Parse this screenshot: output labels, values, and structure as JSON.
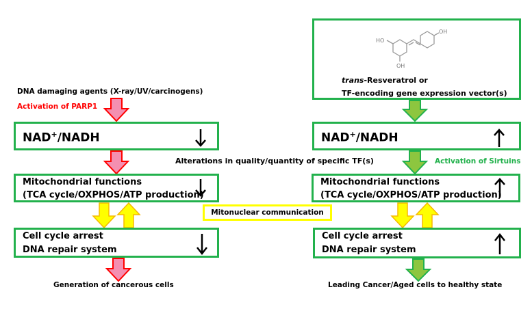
{
  "left": {
    "input_label": "DNA damaging agents (X-ray/UV/carcinogens)",
    "activation_label": "Activation of PARP1",
    "nad_box": {
      "text_main": "NAD",
      "text_sup": "+",
      "text_rest": "/NADH",
      "direction": "down"
    },
    "mito_box": {
      "line1": "Mitochondrial functions",
      "line2": "(TCA cycle/OXPHOS/ATP production)",
      "direction": "down"
    },
    "cell_box": {
      "line1": "Cell cycle arrest",
      "line2": "DNA repair system",
      "direction": "down"
    },
    "outcome_label": "Generation of cancerous cells"
  },
  "right": {
    "input_box": {
      "molecule_name": "resveratrol-structure",
      "atom_labels": {
        "ho_left": "HO",
        "oh_top": "OH",
        "oh_bottom": "OH"
      },
      "line1_italic": "trans",
      "line1_rest": "-Resveratrol or",
      "line2": "TF-encoding gene expression vector(s)"
    },
    "nad_box": {
      "text_main": "NAD",
      "text_sup": "+",
      "text_rest": "/NADH",
      "direction": "up"
    },
    "activation_label": "Activation of Sirtuins",
    "mito_box": {
      "line1": "Mitochondrial functions",
      "line2": "(TCA cycle/OXPHOS/ATP production)",
      "direction": "up"
    },
    "cell_box": {
      "line1": "Cell cycle arrest",
      "line2": "DNA repair system",
      "direction": "up"
    },
    "outcome_label": "Leading Cancer/Aged cells to healthy state"
  },
  "center": {
    "tf_label": "Alterations in quality/quantity of specific TF(s)",
    "mitonuclear_label": "Mitonuclear communication"
  },
  "colors": {
    "box_border": "#22b14c",
    "red_arrow_fill": "#f48fb1",
    "red_arrow_stroke": "#ff0000",
    "green_arrow_fill": "#8dc63f",
    "green_arrow_stroke": "#22b14c",
    "yellow_arrow_fill": "#ffff00",
    "yellow_arrow_stroke": "#f5b800",
    "red_text": "#ff0000",
    "green_text": "#22b14c",
    "mitonuclear_border": "#ffff00"
  }
}
